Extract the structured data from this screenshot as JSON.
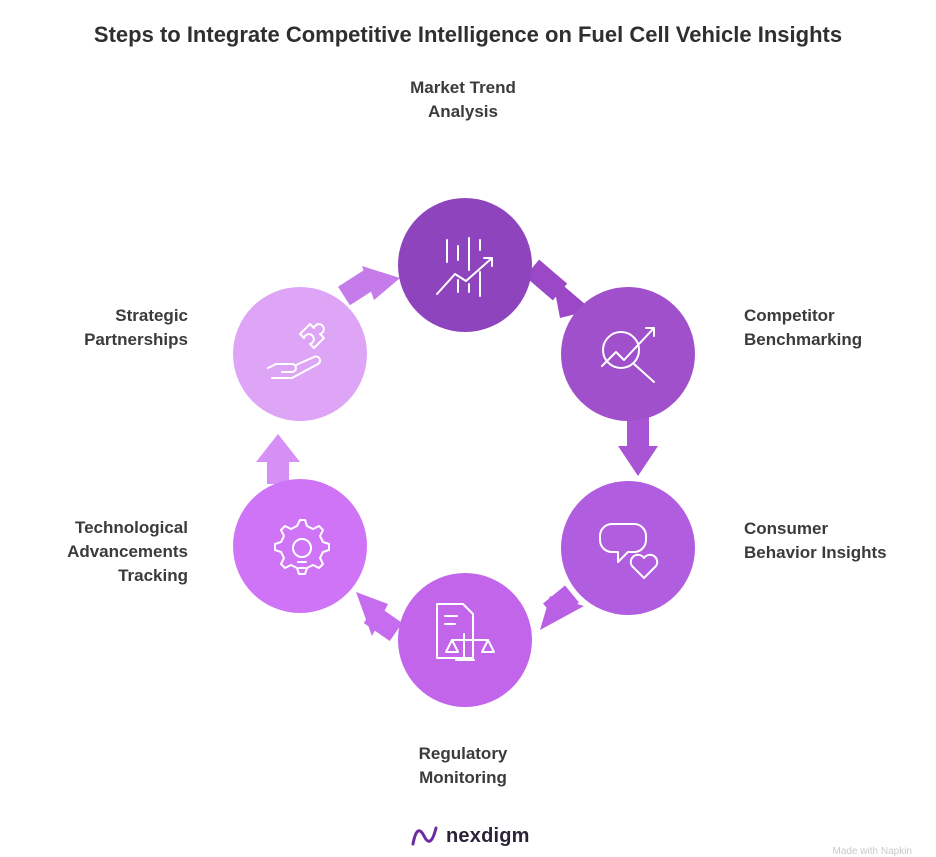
{
  "title": "Steps to Integrate Competitive Intelligence on Fuel Cell Vehicle Insights",
  "steps": [
    {
      "lines": [
        "Market Trend",
        "Analysis"
      ],
      "icon": "chart-trend-icon",
      "color": "#8e44bd"
    },
    {
      "lines": [
        "Competitor",
        "Benchmarking"
      ],
      "icon": "analysis-magnifier-icon",
      "color": "#a150cc"
    },
    {
      "lines": [
        "Consumer",
        "Behavior Insights"
      ],
      "icon": "chat-heart-icon",
      "color": "#b15ddf"
    },
    {
      "lines": [
        "Regulatory",
        "Monitoring"
      ],
      "icon": "document-scales-icon",
      "color": "#c265eb"
    },
    {
      "lines": [
        "Technological",
        "Advancements",
        "Tracking"
      ],
      "icon": "gear-bulb-icon",
      "color": "#cf74f6"
    },
    {
      "lines": [
        "Strategic",
        "Partnerships"
      ],
      "icon": "hand-puzzle-icon",
      "color": "#dea5f7"
    }
  ],
  "brand": {
    "name": "nexdigm",
    "icon": "nexdigm-wave-icon"
  },
  "credit": "Made with Napkin"
}
